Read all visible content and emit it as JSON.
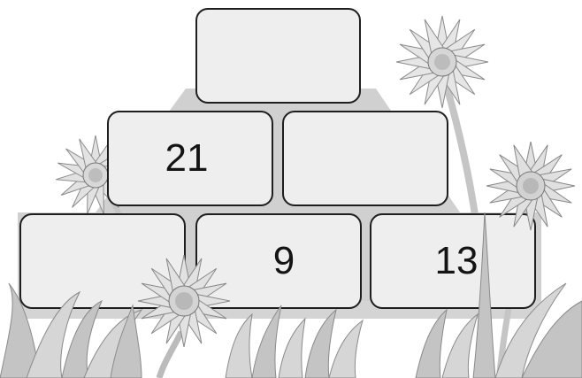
{
  "pyramid": {
    "top": "",
    "middle": [
      "21",
      ""
    ],
    "bottom": [
      "",
      "9",
      "13"
    ]
  },
  "colors": {
    "brick_fill": "#eeeeef",
    "brick_border": "#1e1e1e",
    "backdrop": "#d2d2d2",
    "stem": "#c9c9c9",
    "grass": "#bdbdbd"
  },
  "icons": [
    "sunflower-icon",
    "grass-icon"
  ]
}
